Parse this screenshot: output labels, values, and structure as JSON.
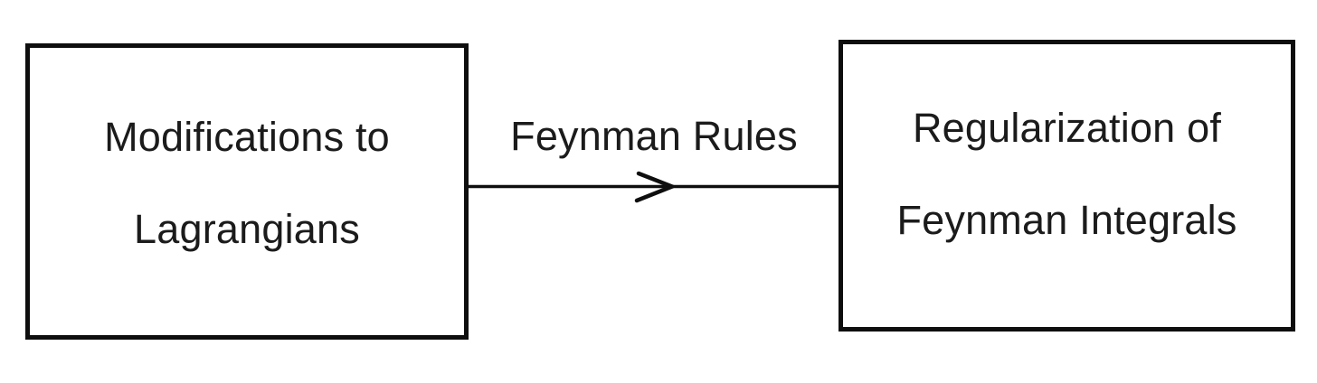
{
  "diagram": {
    "type": "flow",
    "colors": {
      "bg": "#ffffff",
      "stroke": "#0e0e0e",
      "text": "#1b1b1b"
    },
    "nodes": [
      {
        "id": "modifications-to-lagrangians",
        "lines": {
          "line1": "Modifications to",
          "line2": "Lagrangians"
        }
      },
      {
        "id": "regularization-of-feynman-integrals",
        "lines": {
          "line1": "Regularization of",
          "line2": "Feynman Integrals"
        }
      }
    ],
    "edge": {
      "label": "Feynman Rules",
      "from": "modifications-to-lagrangians",
      "to": "regularization-of-feynman-integrals",
      "direction": "left-to-right",
      "arrow_style": "open-chevron-midline"
    }
  }
}
